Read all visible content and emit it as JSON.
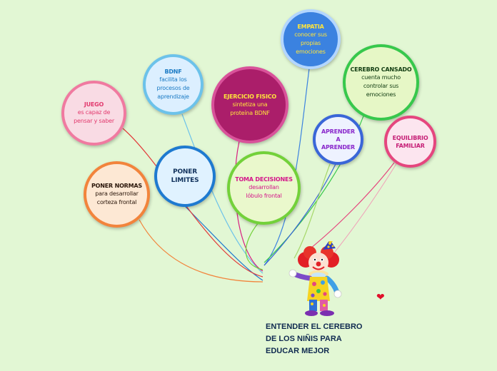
{
  "central_topic": {
    "lines": [
      "ENTENDER EL CEREBRO",
      "DE LOS NIÑIS PARA",
      "EDUCAR MEJOR"
    ]
  },
  "bubbles": {
    "juego": {
      "title": "JUEGO",
      "body": [
        "es capaz de",
        "pensar y saber"
      ],
      "color": "#f07aa0"
    },
    "bdnf": {
      "title": "BDNF",
      "body": [
        "facilita los",
        "procesos de",
        "aprendizaje"
      ],
      "color": "#6cc2ea"
    },
    "ejercicio": {
      "title": "EJERCICIO FISICO",
      "body": [
        "sintetiza una",
        "proteína BDNF"
      ],
      "color": "#ab1e6a"
    },
    "empatia": {
      "title": "EMPATIA",
      "body": [
        "conocer sus",
        "propias",
        "emociones"
      ],
      "color": "#3b82e0"
    },
    "cerebro": {
      "title": "CEREBRO CANSADO",
      "body": [
        "cuenta mucho",
        "controlar sus",
        "emociones"
      ],
      "color": "#37c84c"
    },
    "aprender": {
      "title": "APRENDER A APRENDER",
      "body": [],
      "color": "#3a66d8"
    },
    "equilibrio": {
      "title": "EQUILIBRIO FAMILIAR",
      "body": [],
      "color": "#e5467e"
    },
    "limites": {
      "title": "PONER LIMITES",
      "body": [],
      "color": "#1e7ad0"
    },
    "decisiones": {
      "title": "TOMA DECISIONES",
      "body": [
        "desarrollan",
        "lóbulo frontal"
      ],
      "color": "#73d13a"
    },
    "normas": {
      "title": "PONER NORMAS",
      "body": [
        "para desarrollar",
        "corteza frontal"
      ],
      "color": "#f2843c"
    }
  },
  "decorations": {
    "clown": "clown-illustration",
    "heart": "heart-icon"
  }
}
